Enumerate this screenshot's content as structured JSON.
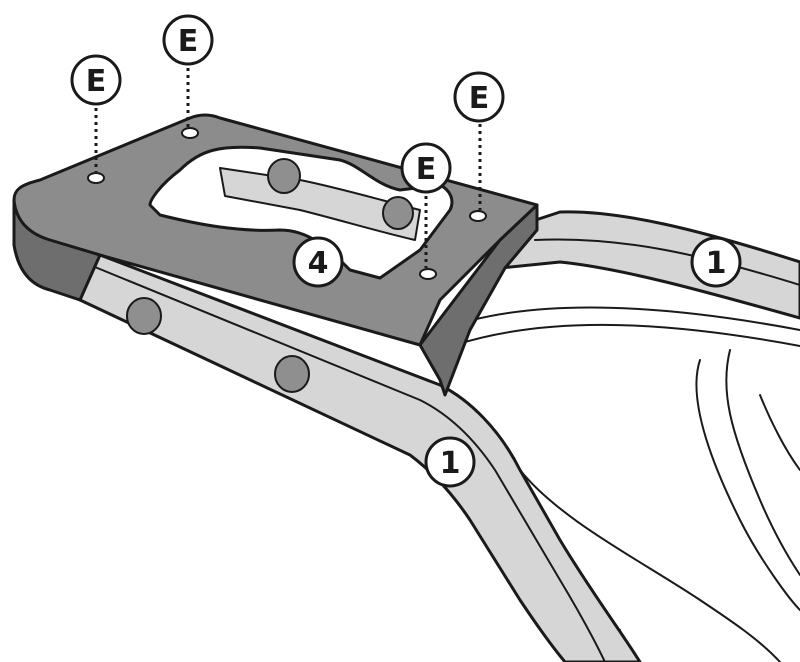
{
  "callouts": {
    "e_far_left": "E",
    "e_top": "E",
    "e_right": "E",
    "e_center": "E",
    "plate": "4",
    "rail_right": "1",
    "rail_front": "1"
  },
  "colors": {
    "line": "#1a1a1a",
    "plate_fill": "#8c8c8c",
    "rail_fill": "#d6d6d6",
    "bolt_fill": "#8f8f8f",
    "body_fill": "#ffffff"
  }
}
